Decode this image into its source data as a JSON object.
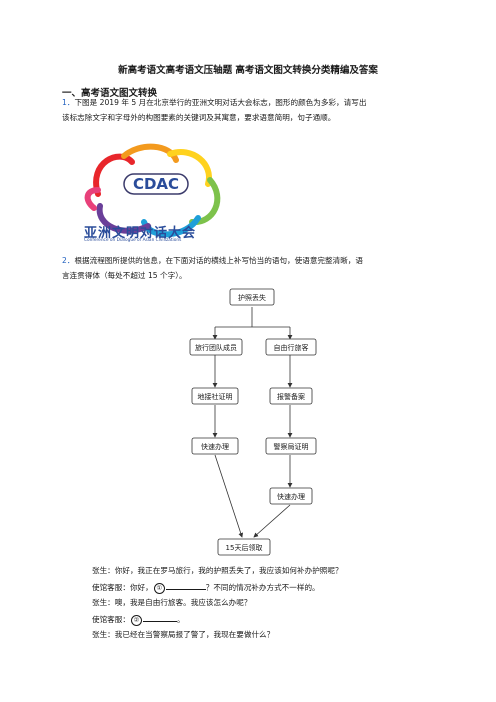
{
  "doc_title": "新高考语文高考语文压轴题 高考语文图文转换分类精编及答案",
  "section_heading": "一、高考语文图文转换",
  "q1": {
    "number": "1．",
    "line1": "下图是 2019 年 5 月在北京举行的亚洲文明对话大会标志，图形的颜色为多彩，请写出",
    "line2": "该标志除文字和字母外的构图要素的关键词及其寓意，要求语意简明，句子通顺。"
  },
  "logo": {
    "acronym": "CDAC",
    "name_cn": "亚洲文明对话大会",
    "name_en": "Conference on Dialogue of Asian Civilizations",
    "colors": [
      "#e8262b",
      "#f39a1e",
      "#ffd21e",
      "#7dc24b",
      "#1e9fd8",
      "#6a3f99",
      "#e8407a"
    ]
  },
  "q2": {
    "number": "2．",
    "line1": "根据流程图所提供的信息，在下面对话的横线上补写恰当的语句，使语意完整清晰，语",
    "line2": "言连贯得体（每处不超过 15 个字）。"
  },
  "flow": {
    "start": "护照丢失",
    "left": [
      "旅行团队成员",
      "地接社证明",
      "快速办理"
    ],
    "right": [
      "自由行旅客",
      "报警备案",
      "警察局证明",
      "快速办理"
    ],
    "end": "15天后领取"
  },
  "dialog": {
    "l1": "张生：你好，我正在罗马旅行，我的护照丢失了，我应该如何补办护照呢？",
    "l2a": "使馆客服：你好，",
    "c1": "①",
    "l2b": "？不同的情况补办方式不一样的。",
    "l3": "张生：噢，我是自由行旅客。我应该怎么办呢？",
    "l4a": "使馆客服：",
    "c2": "②",
    "l4b": "。",
    "l5": "张生：我已经在当警察局报了警了，我现在要做什么？"
  }
}
